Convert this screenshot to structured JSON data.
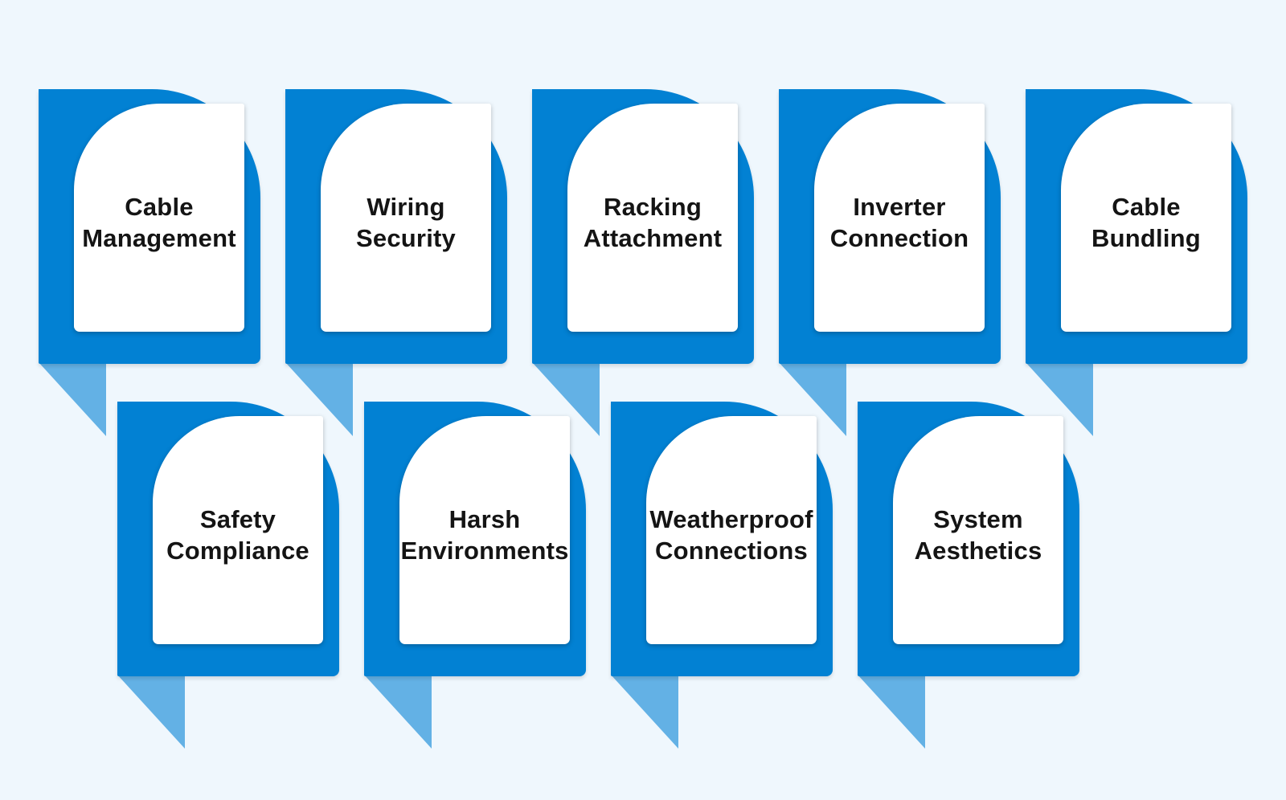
{
  "colors": {
    "background": "#eff7fd",
    "tile_blue": "#0281d3",
    "tail_blue": "#63b1e5",
    "card": "#ffffff",
    "text": "#141414"
  },
  "diagram": {
    "rows": [
      {
        "tiles": [
          {
            "line1": "Cable",
            "line2": "Management"
          },
          {
            "line1": "Wiring",
            "line2": "Security"
          },
          {
            "line1": "Racking",
            "line2": "Attachment"
          },
          {
            "line1": "Inverter",
            "line2": "Connection"
          },
          {
            "line1": "Cable",
            "line2": "Bundling"
          }
        ]
      },
      {
        "tiles": [
          {
            "line1": "Safety",
            "line2": "Compliance"
          },
          {
            "line1": "Harsh",
            "line2": "Environments"
          },
          {
            "line1": "Weatherproof",
            "line2": "Connections"
          },
          {
            "line1": "System",
            "line2": "Aesthetics"
          }
        ]
      }
    ]
  }
}
